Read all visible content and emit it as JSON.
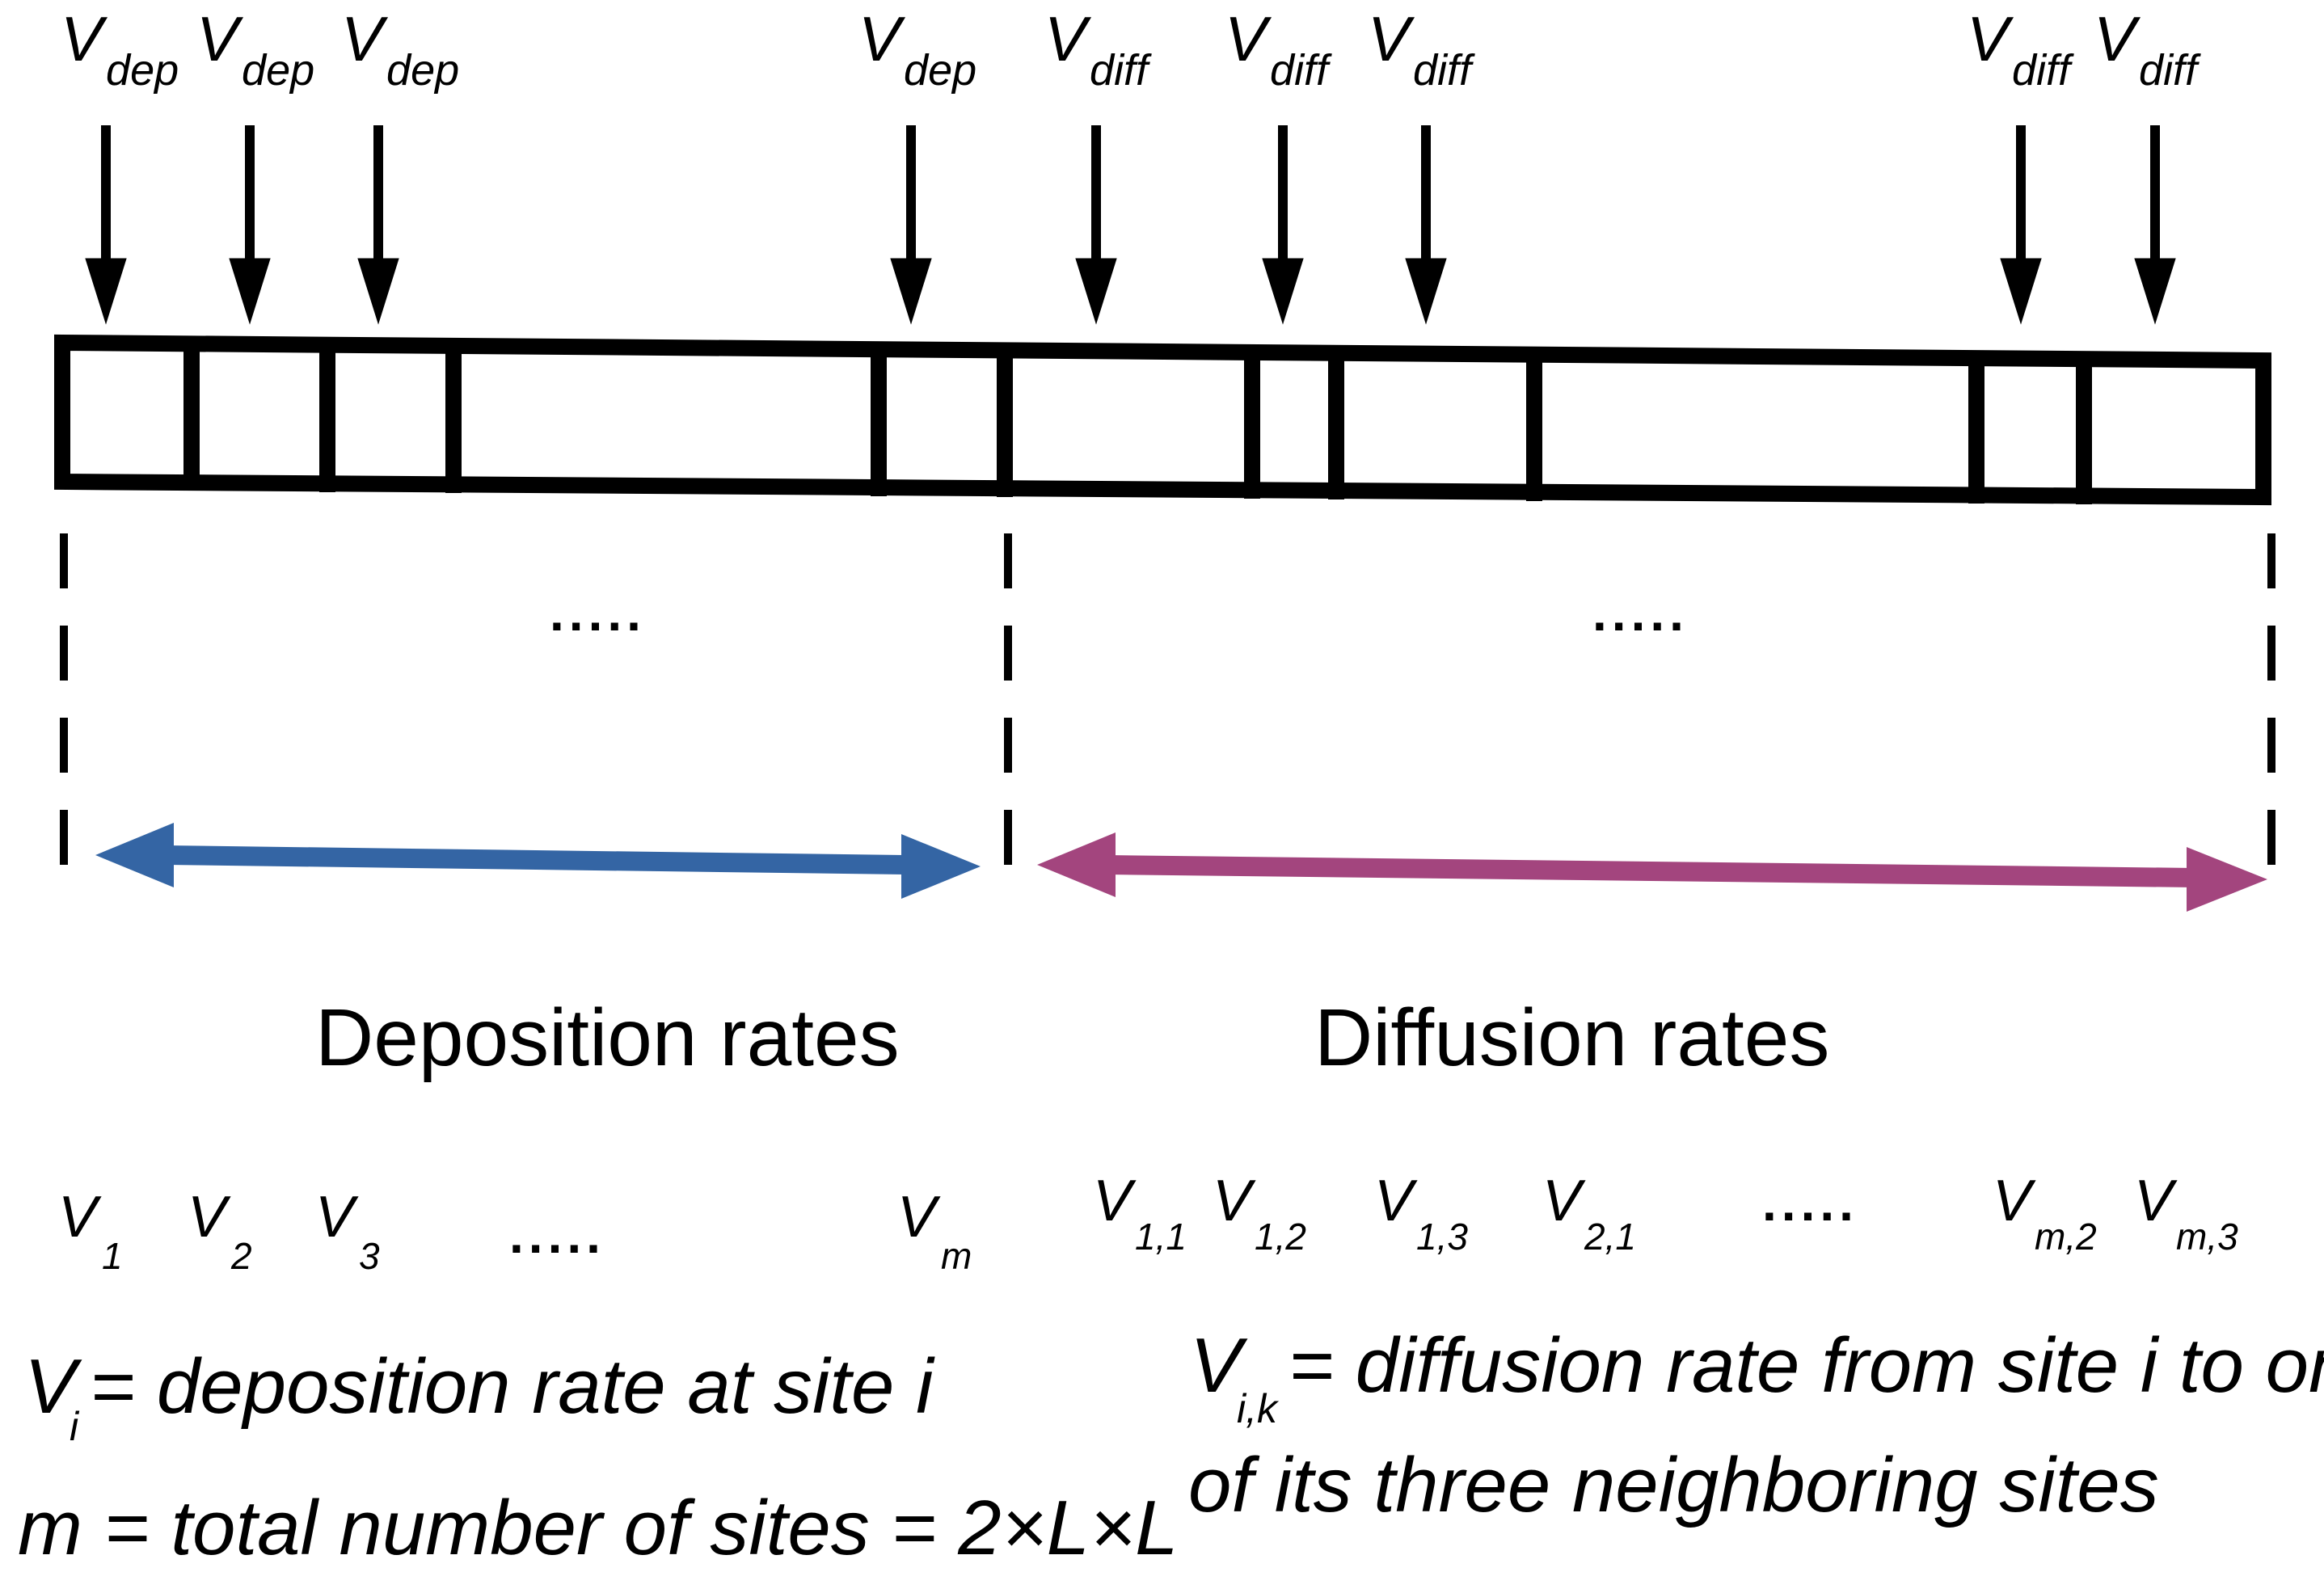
{
  "top_markers": [
    {
      "symbol": "V",
      "sub": "dep"
    },
    {
      "symbol": "V",
      "sub": "dep"
    },
    {
      "symbol": "V",
      "sub": "dep"
    },
    {
      "symbol": "V",
      "sub": "dep"
    },
    {
      "symbol": "V",
      "sub": "diff"
    },
    {
      "symbol": "V",
      "sub": "diff"
    },
    {
      "symbol": "V",
      "sub": "diff"
    },
    {
      "symbol": "V",
      "sub": "diff"
    },
    {
      "symbol": "V",
      "sub": "diff"
    }
  ],
  "ellipsis": ".....",
  "sections": {
    "deposition_label": "Deposition rates",
    "diffusion_label": "Diffusion rates",
    "deposition_color": "#3465a4",
    "diffusion_color": "#a3457e"
  },
  "bottom_labels": [
    {
      "symbol": "V",
      "sub": "1"
    },
    {
      "symbol": "V",
      "sub": "2"
    },
    {
      "symbol": "V",
      "sub": "3"
    },
    {
      "symbol": "V",
      "sub": "m"
    },
    {
      "symbol": "V",
      "sub": "1,1"
    },
    {
      "symbol": "V",
      "sub": "1,2"
    },
    {
      "symbol": "V",
      "sub": "1,3"
    },
    {
      "symbol": "V",
      "sub": "2,1"
    },
    {
      "symbol": "V",
      "sub": "m,2"
    },
    {
      "symbol": "V",
      "sub": "m,3"
    }
  ],
  "legend": {
    "vi_symbol": "V",
    "vi_sub": "i",
    "vi_text": "= deposition rate at site i",
    "m_text": "m = total number of sites = 2×L×L",
    "vik_symbol": "V",
    "vik_sub": "i,k",
    "vik_text_line1": "= diffusion rate from site i to one",
    "vik_text_line2": "of its three neighboring sites"
  }
}
